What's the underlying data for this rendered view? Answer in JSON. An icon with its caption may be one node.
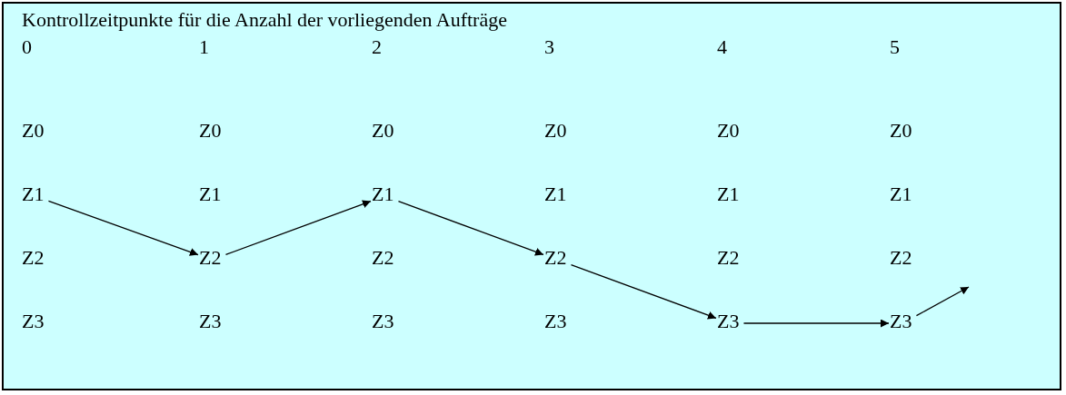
{
  "diagram": {
    "title": "Kontrollzeitpunkte für die Anzahl der vorliegenden Aufträge",
    "nodes": [
      {
        "text": [
          "Z0"
        ]
      },
      {
        "text": [
          "Z0"
        ]
      },
      {
        "text": [
          "Z0"
        ]
      },
      {
        "text": [
          "Z0"
        ]
      },
      {
        "text": [
          "Z0"
        ]
      },
      {
        "text": [
          "Z0"
        ]
      },
      {
        "text": [
          "Z1"
        ]
      },
      {
        "text": [
          "Z1"
        ]
      },
      {
        "text": [
          "Z1"
        ]
      },
      {
        "text": [
          "Z1"
        ]
      },
      {
        "text": [
          "Z1"
        ]
      },
      {
        "text": [
          "Z1"
        ]
      },
      {
        "text": [
          "Z2"
        ]
      },
      {
        "text": [
          "Z2"
        ]
      },
      {
        "text": [
          "Z2"
        ]
      },
      {
        "text": [
          "Z2"
        ]
      },
      {
        "text": [
          "Z2"
        ]
      },
      {
        "text": [
          "Z2"
        ]
      },
      {
        "text": [
          "Z3"
        ]
      },
      {
        "text": [
          "Z3"
        ]
      },
      {
        "text": [
          "Z3"
        ]
      },
      {
        "text": [
          "Z3"
        ]
      },
      {
        "text": [
          "Z3"
        ]
      },
      {
        "text": [
          "Z3"
        ]
      }
    ],
    "edges": [
      {
        "from": 6,
        "to": 13,
        "arrow": "to"
      },
      {
        "from": 13,
        "to": 8,
        "arrow": "to"
      },
      {
        "from": 8,
        "to": 15,
        "arrow": "to"
      },
      {
        "from": 15,
        "to": 22,
        "arrow": "to"
      },
      {
        "from": 22,
        "to": 23,
        "arrow": "to"
      },
      {
        "from": 23,
        "to": null,
        "arrow": "to"
      }
    ],
    "labels": [
      "0",
      "1",
      "2",
      "3",
      "4",
      "5"
    ]
  }
}
